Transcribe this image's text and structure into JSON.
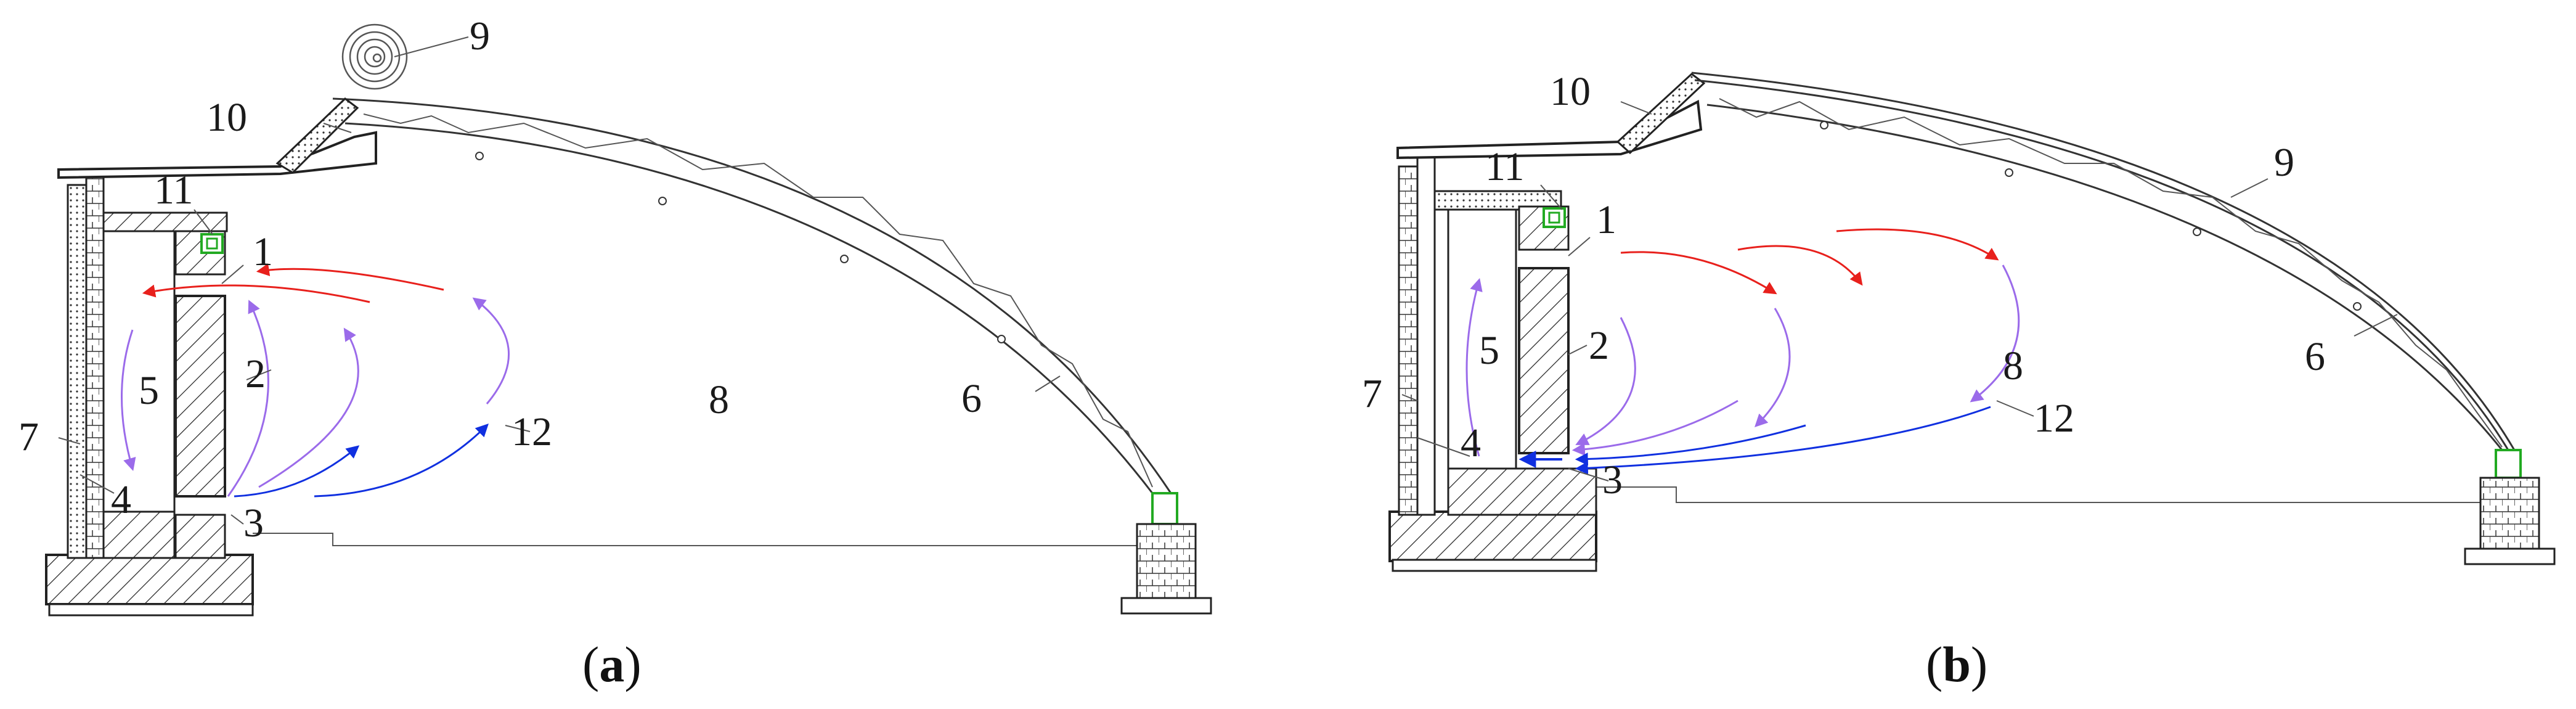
{
  "panels": [
    {
      "caption": "(a)",
      "caption_letter": "a",
      "labels": {
        "n1": "1",
        "n2": "2",
        "n3": "3",
        "n4": "4",
        "n5": "5",
        "n6": "6",
        "n7": "7",
        "n8": "8",
        "n9": "9",
        "n10": "10",
        "n11": "11",
        "n12": "12"
      }
    },
    {
      "caption": "(b)",
      "caption_letter": "b",
      "labels": {
        "n1": "1",
        "n2": "2",
        "n3": "3",
        "n4": "4",
        "n5": "5",
        "n6": "6",
        "n7": "7",
        "n8": "8",
        "n9": "9",
        "n10": "10",
        "n11": "11",
        "n12": "12"
      }
    }
  ],
  "colors": {
    "hot_air": "#e8201c",
    "cool_air": "#1030e0",
    "mixed_air": "#9b6bea",
    "fan": "#22aa22",
    "structure": "#222222"
  }
}
